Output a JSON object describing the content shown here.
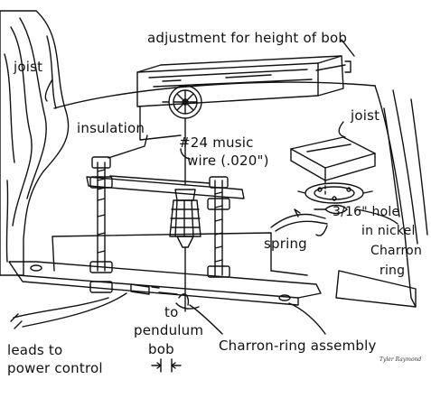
{
  "labels": {
    "adjustment": "adjustment for height of bob",
    "joist_left": "joist",
    "joist_right": "joist",
    "insulation": "insulation",
    "music_wire_1": "#24 music",
    "music_wire_2": "wire (.020\")",
    "hole_1": "3/16\" hole",
    "hole_2": "in nickel",
    "hole_3": "Charron",
    "hole_4": "ring",
    "spring": "spring",
    "to_bob_1": "to",
    "to_bob_2": "pendulum",
    "to_bob_3": "bob",
    "leads_1": "leads to",
    "leads_2": "power control",
    "assembly": "Charron-ring assembly"
  },
  "signature": "Tyler Raymond",
  "colors": {
    "ink": "#111111",
    "paper": "#ffffff"
  }
}
